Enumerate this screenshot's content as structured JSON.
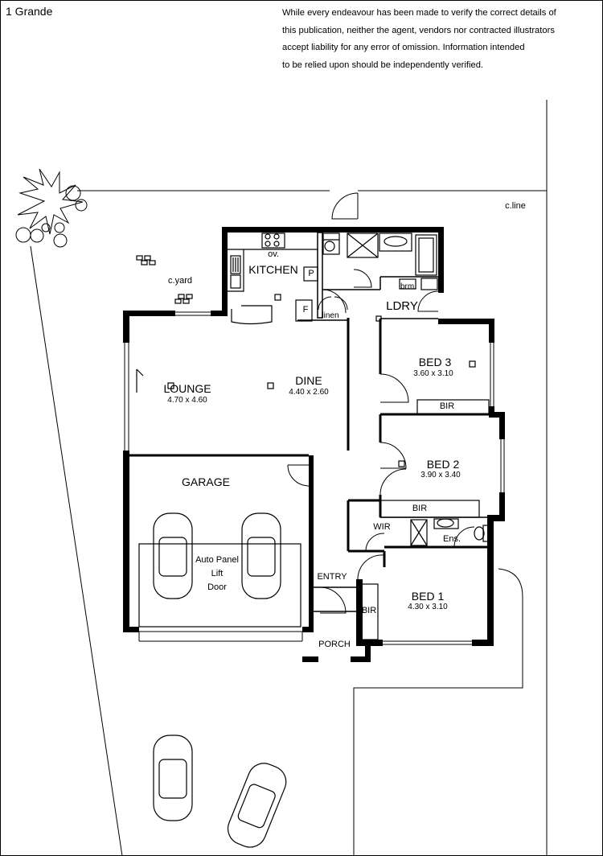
{
  "title": "1 Grande",
  "disclaimer": {
    "lines": [
      "While every endeavour has been made to verify the correct details of",
      "this publication, neither the agent, vendors nor contracted illustrators",
      "accept liability for any error of omission. Information intended",
      "to be relied upon should be independently verified."
    ]
  },
  "site": {
    "c_line": "c.line",
    "c_yard": "c.yard"
  },
  "rooms": {
    "kitchen": {
      "name": "KITCHEN",
      "oven": "ov.",
      "pantry": "P",
      "fridge": "F"
    },
    "linen": "linen",
    "laundry": {
      "name": "LDRY",
      "basin": "brm."
    },
    "lounge": {
      "name": "LOUNGE",
      "size": "4.70 x 4.60"
    },
    "dine": {
      "name": "DINE",
      "size": "4.40 x 2.60"
    },
    "bed3": {
      "name": "BED 3",
      "size": "3.60 x 3.10",
      "robe": "BIR"
    },
    "bed2": {
      "name": "BED 2",
      "size": "3.90 x 3.40",
      "robe": "BIR"
    },
    "wir": "WIR",
    "ensuite": "Ens.",
    "bed1": {
      "name": "BED 1",
      "size": "4.30 x 3.10",
      "robe": "BIR"
    },
    "garage": {
      "name": "GARAGE",
      "door_lines": [
        "Auto Panel",
        "Lift",
        "Door"
      ]
    },
    "entry": "ENTRY",
    "porch": "PORCH"
  },
  "icons": [
    "tree-icon",
    "shrub-icon",
    "car-icon",
    "bathtub-icon",
    "toilet-icon",
    "cooktop-icon",
    "sink-icon",
    "door-swing-icon"
  ]
}
